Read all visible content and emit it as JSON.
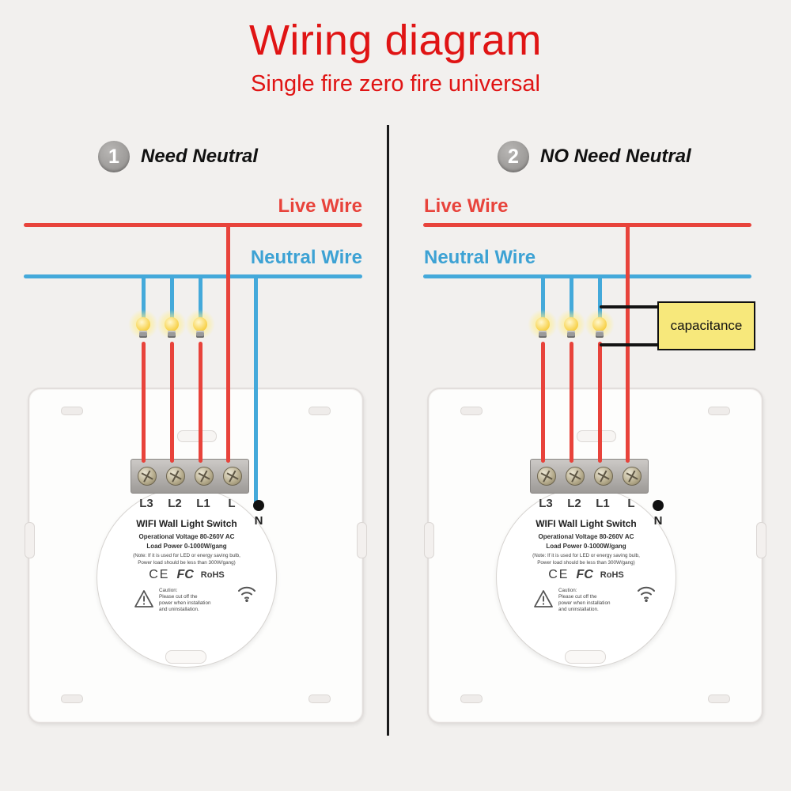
{
  "header": {
    "title": "Wiring diagram",
    "subtitle": "Single fire zero fire universal"
  },
  "panels": [
    {
      "number": "1",
      "label": "Need Neutral",
      "live_wire_label": "Live Wire",
      "neutral_wire_label": "Neutral Wire"
    },
    {
      "number": "2",
      "label": "NO Need Neutral",
      "live_wire_label": "Live Wire",
      "neutral_wire_label": "Neutral Wire",
      "capacitance_label": "capacitance"
    }
  ],
  "switch": {
    "terminals": [
      "L3",
      "L2",
      "L1",
      "L"
    ],
    "neutral_terminal": "N",
    "name": "WIFI Wall Light Switch",
    "voltage": "Operational Voltage 80-260V AC",
    "load": "Load Power 0-1000W/gang",
    "note1": "(Note: If it is used for LED or energy saving bulb,",
    "note2": "Power load should be less than 300W/gang)",
    "certs": {
      "ce": "CE",
      "fcc": "FC",
      "rohs": "RoHS"
    },
    "caution_lines": [
      "Caution:",
      "Please cut off the",
      "power when installation",
      "and uninstallation."
    ]
  },
  "colors": {
    "title": "#e01414",
    "live_wire": "#e8433b",
    "neutral_wire": "#44a9da",
    "capacitance_bg": "#f7e87b"
  }
}
